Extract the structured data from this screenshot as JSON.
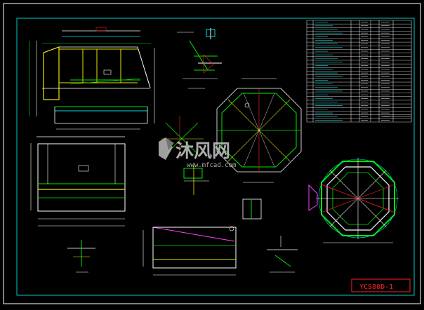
{
  "drawing": {
    "title_block_code": "YCS80D-1",
    "watermark_brand": "沐风网",
    "watermark_url": "www.mfcad.com",
    "colors": {
      "background": "#000000",
      "frame": "#ffffff",
      "inner_frame": "#00c8c8",
      "green": "#00e600",
      "yellow": "#e6e600",
      "red": "#ff2020",
      "magenta": "#ff40ff",
      "cyan": "#00e0e0",
      "white": "#ffffff"
    }
  }
}
